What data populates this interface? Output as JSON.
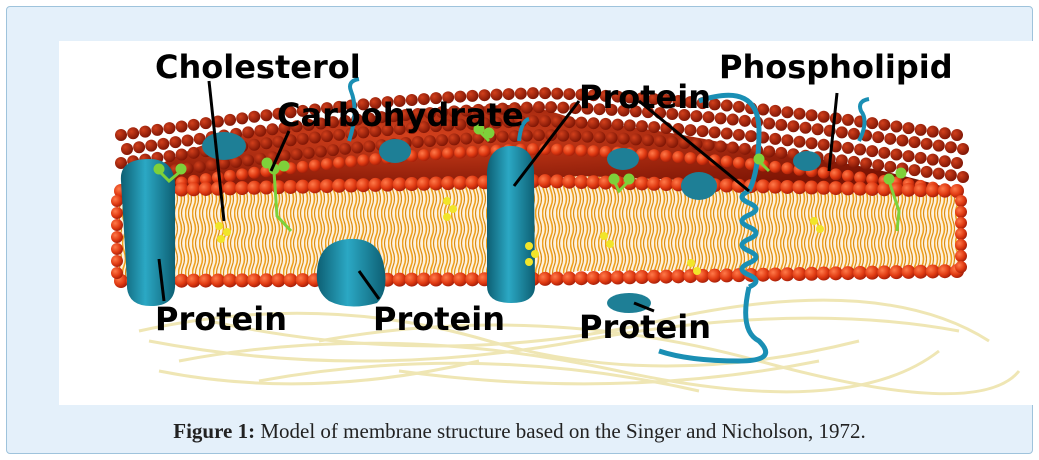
{
  "labels": {
    "cholesterol": "Cholesterol",
    "carbohydrate": "Carbohydrate",
    "protein_top": "Protein",
    "phospholipid": "Phospholipid",
    "protein_left": "Protein",
    "protein_center": "Protein",
    "protein_right": "Protein"
  },
  "caption": {
    "prefix": "Figure 1:",
    "text": " Model of membrane structure based on the Singer and Nicholson, 1972."
  },
  "colors": {
    "frame_bg": "#e4f0fa",
    "frame_border": "#9ec3dc",
    "head_group": "#e03a12",
    "head_group_dark": "#a31d08",
    "lipid_tail": "#f0a21e",
    "protein": "#1e8fa8",
    "protein_dark": "#0d5f73",
    "cholesterol": "#f1e52a",
    "carbohydrate": "#7ed13a",
    "filament": "#efe6b4"
  }
}
